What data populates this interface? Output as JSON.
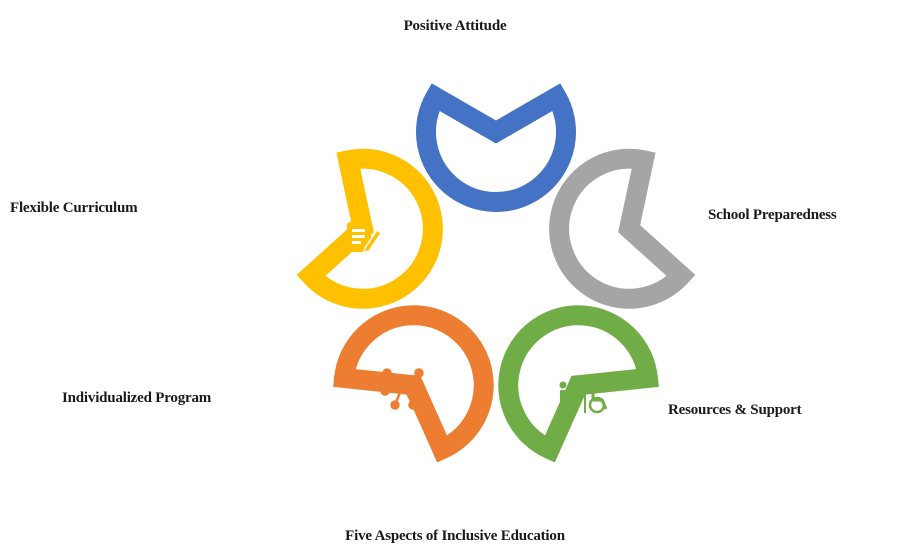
{
  "diagram": {
    "caption": "Five Aspects of Inclusive Education",
    "petals": [
      {
        "label": "Positive Attitude",
        "color": "#4472c4",
        "icon": "none"
      },
      {
        "label": "School Preparedness",
        "color": "#a5a5a5",
        "icon": "none"
      },
      {
        "label": "Resources & Support",
        "color": "#70ad47",
        "icon": "accessibility-people-icon"
      },
      {
        "label": "Individualized Program",
        "color": "#ed7d31",
        "icon": "network-nodes-icon"
      },
      {
        "label": "Flexible Curriculum",
        "color": "#ffc000",
        "icon": "document-edit-icon"
      }
    ]
  }
}
